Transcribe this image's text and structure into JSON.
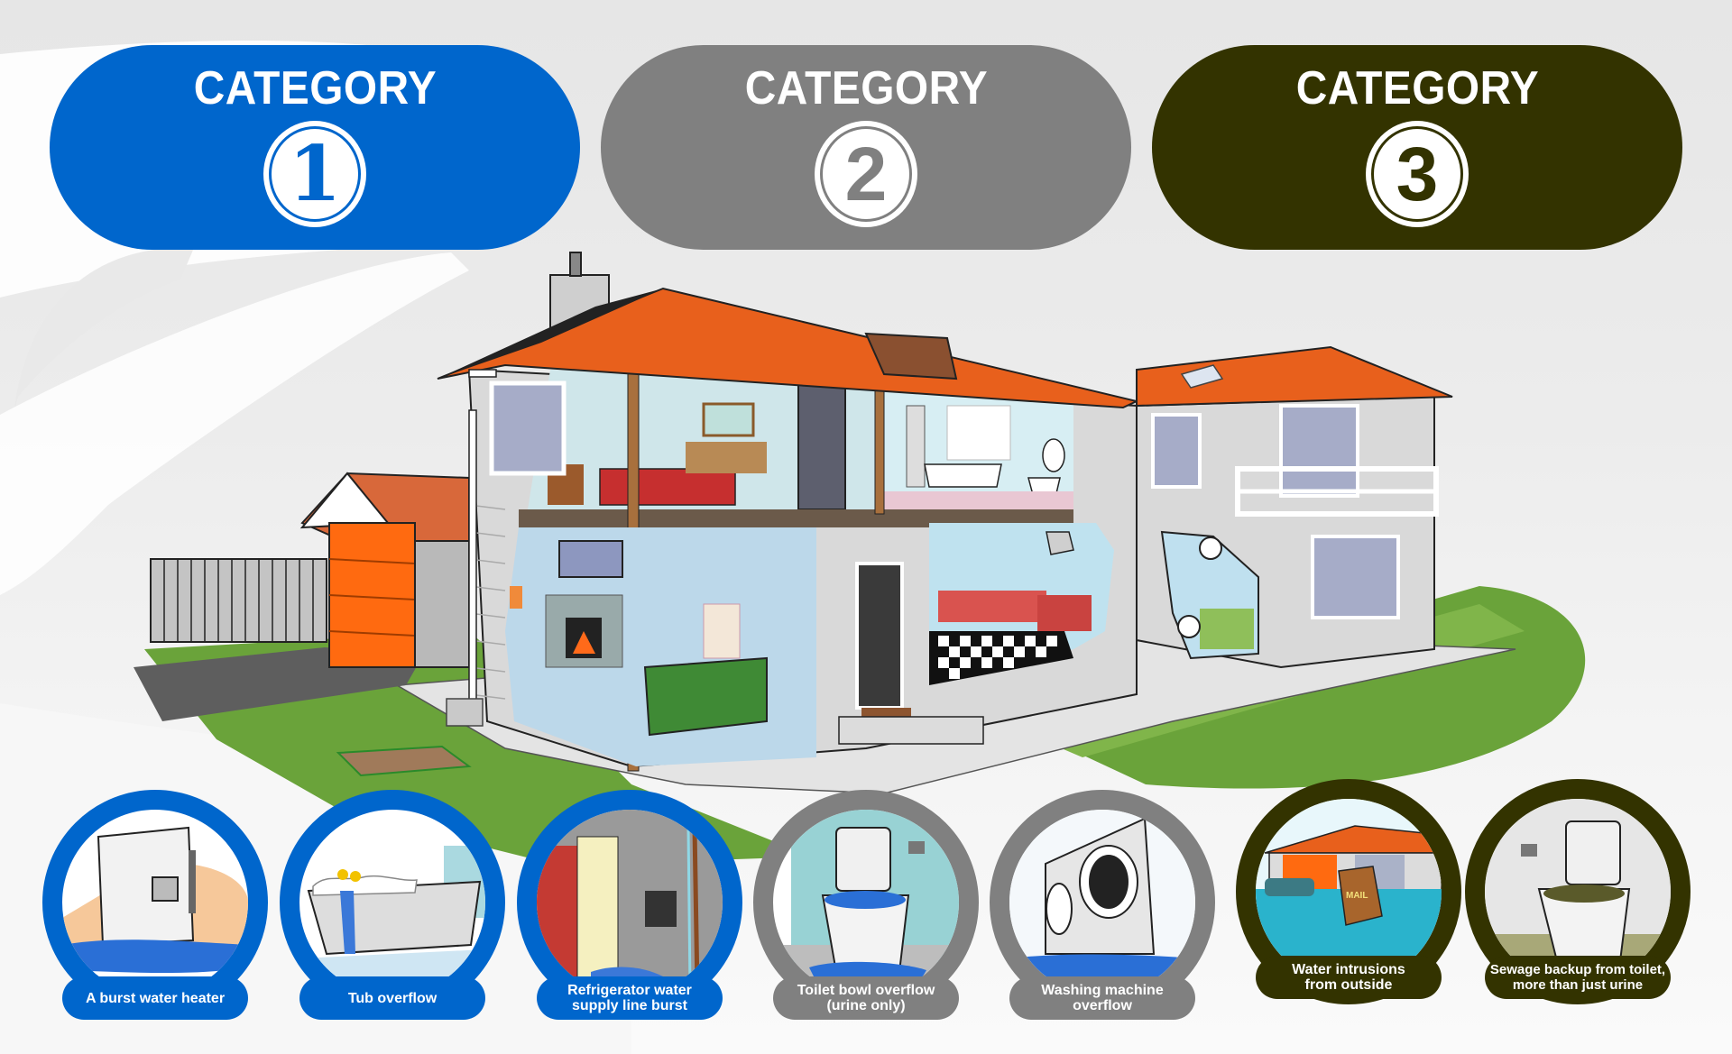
{
  "colors": {
    "category_1": "#0066cc",
    "category_2": "#808080",
    "category_3": "#333300",
    "roof": "#e8601c",
    "lawn": "#6aa33a",
    "siding": "#d9d9d9"
  },
  "categories": [
    {
      "title": "CATEGORY",
      "number": "1",
      "color": "#0066cc"
    },
    {
      "title": "CATEGORY",
      "number": "2",
      "color": "#808080"
    },
    {
      "title": "CATEGORY",
      "number": "3",
      "color": "#333300"
    }
  ],
  "illustration": {
    "subject": "cutaway-house",
    "rooms": [
      "bedroom",
      "bathroom",
      "living-room",
      "kitchen",
      "laundry",
      "garage"
    ]
  },
  "examples": [
    {
      "label_line1": "A burst water heater",
      "label_line2": "",
      "category": "1",
      "icon": "water-heater-icon"
    },
    {
      "label_line1": "Tub overflow",
      "label_line2": "",
      "category": "1",
      "icon": "bathtub-icon"
    },
    {
      "label_line1": "Refrigerator water",
      "label_line2": "supply line burst",
      "category": "1",
      "icon": "refrigerator-line-icon"
    },
    {
      "label_line1": "Toilet bowl overflow",
      "label_line2": "(urine only)",
      "category": "2",
      "icon": "toilet-icon"
    },
    {
      "label_line1": "Washing machine",
      "label_line2": "overflow",
      "category": "2",
      "icon": "washing-machine-icon"
    },
    {
      "label_line1": "Water intrusions",
      "label_line2": "from outside",
      "category": "3",
      "icon": "flood-icon"
    },
    {
      "label_line1": "Sewage backup from toilet,",
      "label_line2": "more than just urine",
      "category": "3",
      "icon": "sewage-toilet-icon"
    }
  ]
}
